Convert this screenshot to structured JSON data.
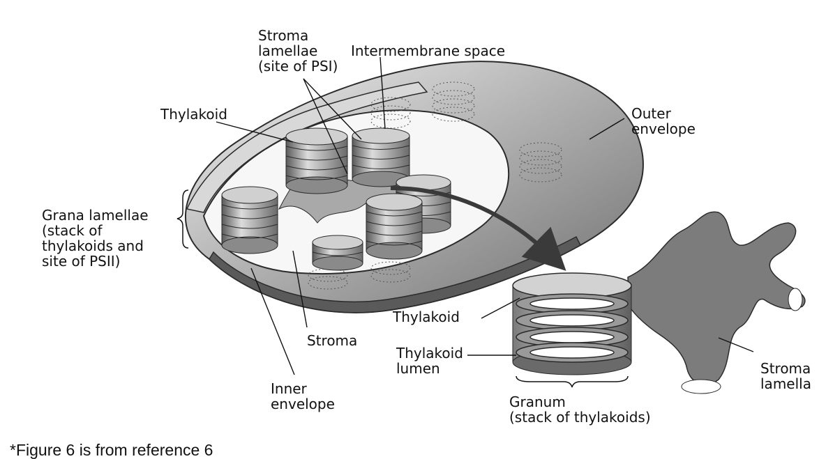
{
  "labels": {
    "stroma_lamellae": "Stroma\nlamellae\n(site of PSI)",
    "intermembrane_space": "Intermembrane space",
    "thylakoid_top": "Thylakoid",
    "outer_envelope": "Outer\nenvelope",
    "grana_lamellae": "Grana lamellae\n(stack of\nthylakoids and\nsite of PSII)",
    "stroma": "Stroma",
    "inner_envelope": "Inner\nenvelope",
    "thylakoid_detail": "Thylakoid",
    "thylakoid_lumen": "Thylakoid\nlumen",
    "granum": "Granum\n(stack of thylakoids)",
    "stroma_lamella": "Stroma\nlamella"
  },
  "footnote": "*Figure 6 is from reference 6"
}
